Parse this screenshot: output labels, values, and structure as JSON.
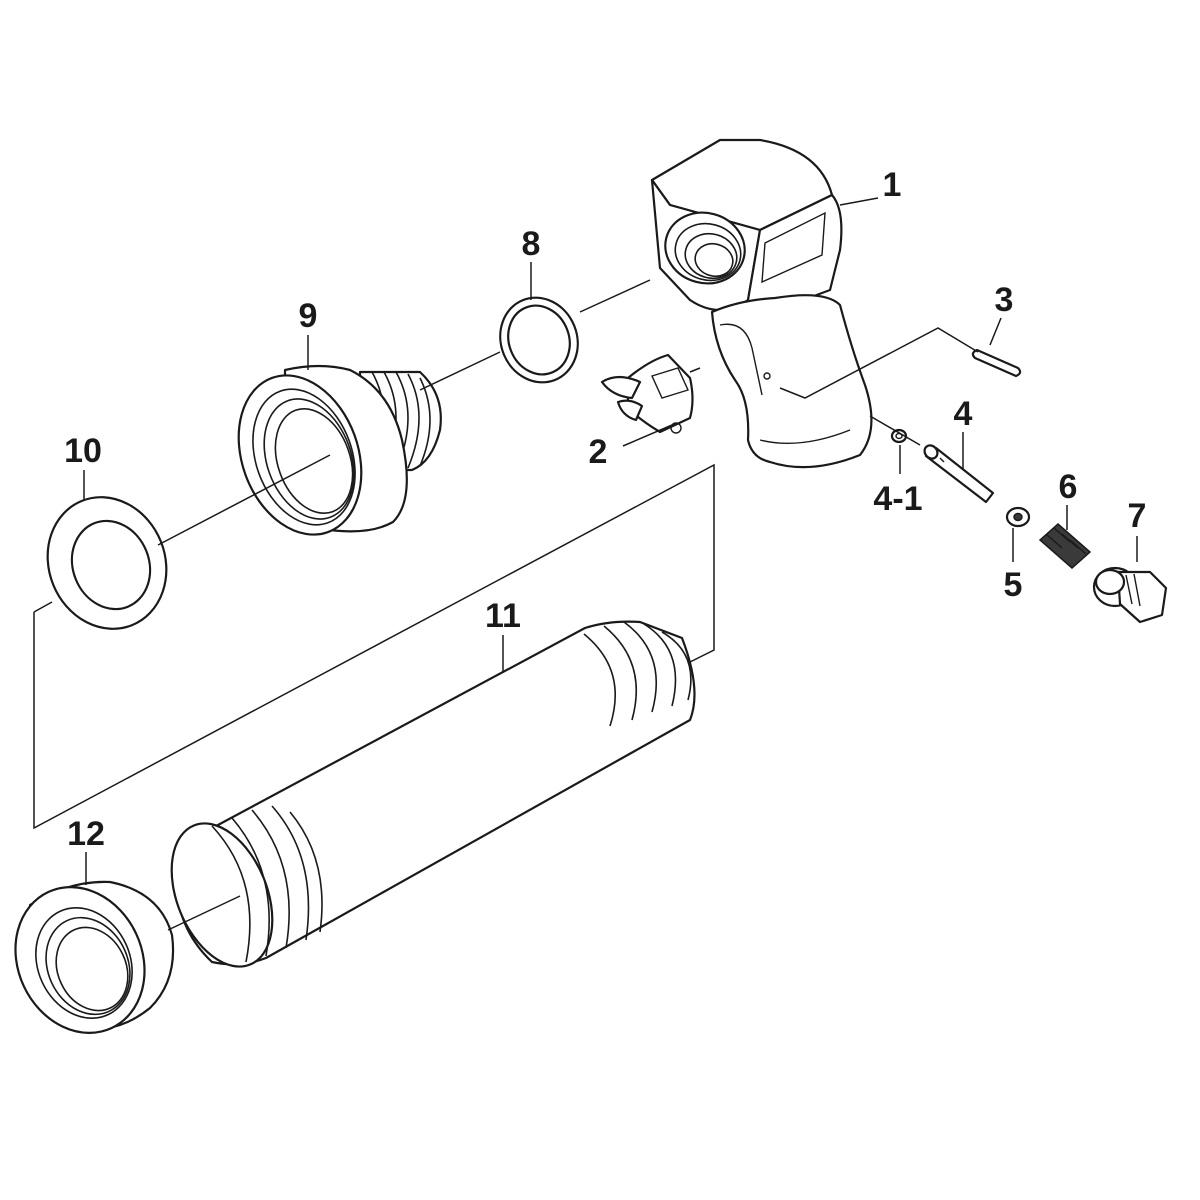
{
  "callouts": {
    "p1": "1",
    "p2": "2",
    "p3": "3",
    "p4": "4",
    "p4_1": "4-1",
    "p5": "5",
    "p6": "6",
    "p7": "7",
    "p8": "8",
    "p9": "9",
    "p10": "10",
    "p11": "11",
    "p12": "12"
  }
}
